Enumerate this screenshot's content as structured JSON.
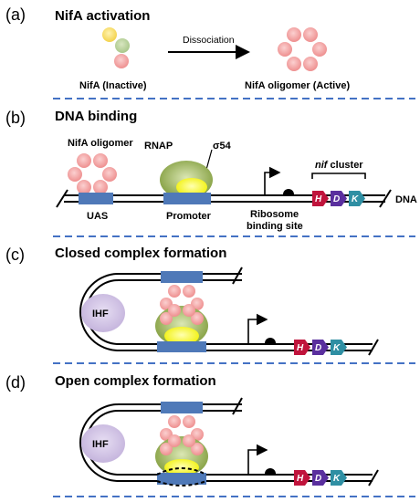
{
  "colors": {
    "accent_line": "#4472c4",
    "nifa_ball": "#f4a3a3",
    "box_blue": "#4f79b8",
    "rnap_green": "#8ea84a",
    "sigma_yellow": "#f5f51a",
    "ihf_purple": "#c9b9df",
    "gene_h": "#c0143c",
    "gene_d": "#5a2f9e",
    "gene_k": "#2f8fa3"
  },
  "panels": [
    {
      "letter": "(a)",
      "title": "NifA activation"
    },
    {
      "letter": "(b)",
      "title": "DNA binding"
    },
    {
      "letter": "(c)",
      "title": "Closed complex formation"
    },
    {
      "letter": "(d)",
      "title": "Open complex formation"
    }
  ],
  "panel_a": {
    "inactive_label": "NifA (Inactive)",
    "arrow_label": "Dissociation",
    "active_label": "NifA oligomer (Active)"
  },
  "panel_b": {
    "oligomer_label": "NifA oligomer",
    "rnap_label": "RNAP",
    "sigma_label": "σ54",
    "nif_word": "nif",
    "cluster_word": "cluster",
    "uas_label": "UAS",
    "promoter_label": "Promoter",
    "rbs_line1": "Ribosome",
    "rbs_line2": "binding site",
    "dna_label": "DNA"
  },
  "ihf_label": "IHF",
  "genes": [
    "H",
    "D",
    "K"
  ]
}
